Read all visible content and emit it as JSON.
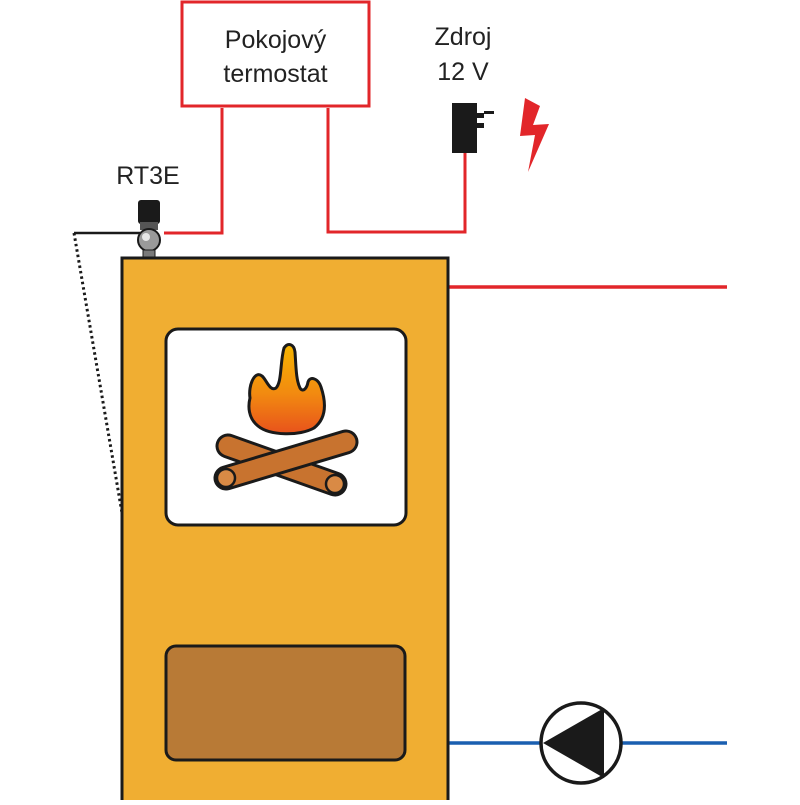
{
  "labels": {
    "room_thermostat_line1": "Pokojový",
    "room_thermostat_line2": "termostat",
    "power_supply_line1": "Zdroj",
    "power_supply_line2": "12 V",
    "regulator": "RT3E"
  },
  "colors": {
    "wire": "#e2262a",
    "return_pipe": "#1a5fb0",
    "boiler_body": "#f0ae32",
    "ash_door": "#b87a36",
    "outline": "#1a1a1a",
    "flame_top": "#f5b400",
    "flame_bottom": "#e8521c",
    "log": "#c8732f"
  },
  "icons": {
    "power": "lightning-bolt-icon",
    "fire": "campfire-icon",
    "pump": "circulation-pump-icon",
    "adapter": "power-adapter-icon"
  }
}
